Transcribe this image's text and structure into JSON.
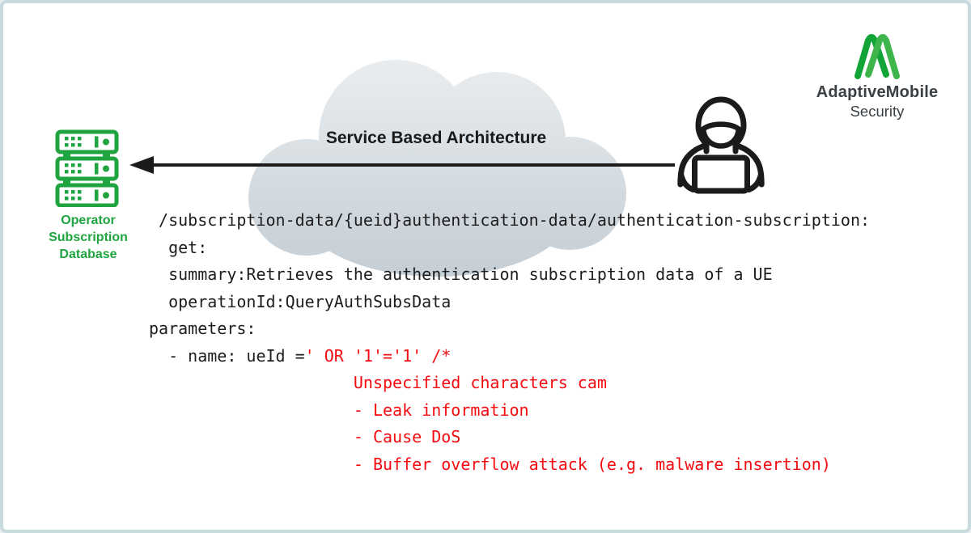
{
  "brand": {
    "company": "AdaptiveMobile",
    "division": "Security"
  },
  "cloud": {
    "label": "Service Based Architecture"
  },
  "database": {
    "label_lines": [
      "Operator",
      "Subscription",
      "Database"
    ]
  },
  "icons": {
    "database": "server-rack-icon",
    "attacker": "hooded-hacker-laptop-icon",
    "cloud": "network-cloud-shape",
    "arrow": "attack-arrow-pointing-left",
    "logo": "adaptivemobile-m-monogram"
  },
  "colors": {
    "green": "#1fa440",
    "logo_green_dark": "#13a437",
    "logo_green_light": "#3db54b",
    "attack_red": "#f40b10",
    "code_text": "#1d1d1f",
    "label_text": "#1a1a1a",
    "logo_text": "#3a4045",
    "arrow_black": "#1b1b1b",
    "border": "#c7dade",
    "cloud_top": "#ebeef0",
    "cloud_bottom": "#c4ced5"
  },
  "code": {
    "lines": [
      {
        "segments": [
          {
            "t": " /subscription-data/{ueid}authentication-data/authentication-subscription:",
            "c": "default"
          }
        ]
      },
      {
        "segments": [
          {
            "t": "  get:",
            "c": "default"
          }
        ]
      },
      {
        "segments": [
          {
            "t": "  summary:Retrieves the authentication subscription data of a UE",
            "c": "default"
          }
        ]
      },
      {
        "segments": [
          {
            "t": "  operationId:QueryAuthSubsData",
            "c": "default"
          }
        ]
      },
      {
        "segments": [
          {
            "t": "parameters:",
            "c": "default"
          }
        ]
      },
      {
        "segments": [
          {
            "t": "  - name: ueId =",
            "c": "default"
          },
          {
            "t": "' OR '1'='1' /*",
            "c": "attack"
          }
        ]
      },
      {
        "segments": [
          {
            "t": "                     Unspecified characters cam",
            "c": "attack"
          }
        ]
      },
      {
        "segments": [
          {
            "t": "                     - Leak information",
            "c": "attack"
          }
        ]
      },
      {
        "segments": [
          {
            "t": "                     - Cause DoS",
            "c": "attack"
          }
        ]
      },
      {
        "segments": [
          {
            "t": "                     - Buffer overflow attack (e.g. malware insertion)",
            "c": "attack"
          }
        ]
      }
    ]
  }
}
